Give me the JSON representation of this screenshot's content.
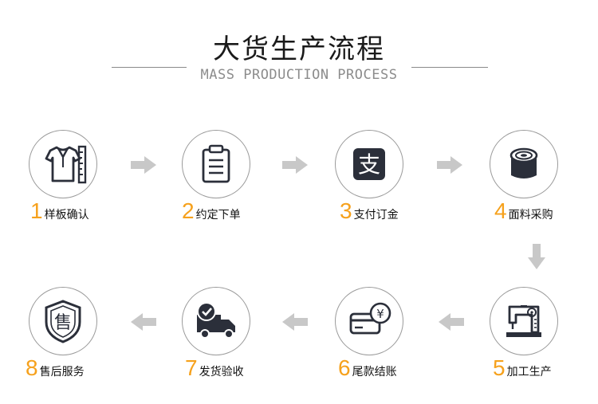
{
  "header": {
    "title": "大货生产流程",
    "subtitle": "MASS PRODUCTION PROCESS"
  },
  "accent_color": "#f6a11c",
  "icon_color": "#2b2f3a",
  "steps": [
    {
      "number": "1",
      "label": "样板确认",
      "icon": "shirt-ruler-icon"
    },
    {
      "number": "2",
      "label": "约定下单",
      "icon": "clipboard-icon"
    },
    {
      "number": "3",
      "label": "支付订金",
      "icon": "alipay-icon"
    },
    {
      "number": "4",
      "label": "面料采购",
      "icon": "fabric-roll-icon"
    },
    {
      "number": "5",
      "label": "加工生产",
      "icon": "sewing-machine-icon"
    },
    {
      "number": "6",
      "label": "尾款结账",
      "icon": "card-yuan-icon"
    },
    {
      "number": "7",
      "label": "发货验收",
      "icon": "delivery-truck-icon"
    },
    {
      "number": "8",
      "label": "售后服务",
      "icon": "shield-icon"
    }
  ],
  "shield_char": "售",
  "alipay_char": "支",
  "yuan_char": "¥"
}
